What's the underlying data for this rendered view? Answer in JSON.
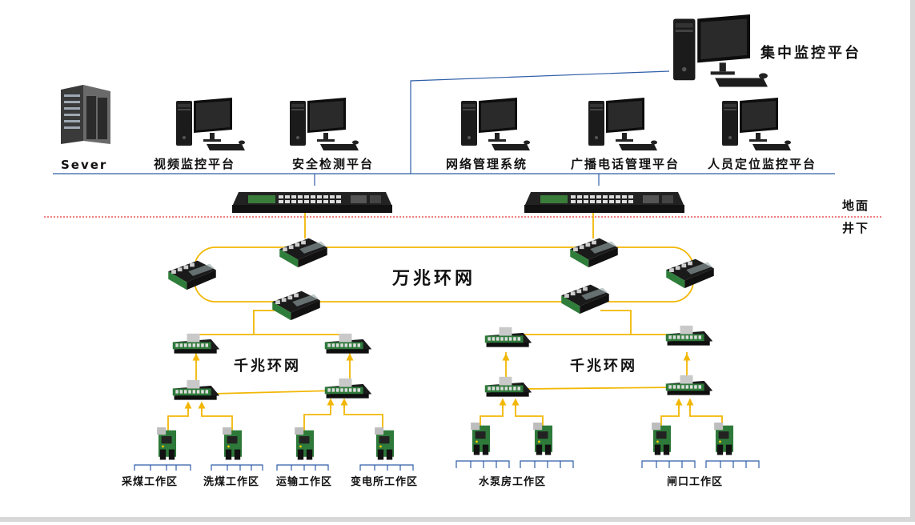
{
  "labels": {
    "server": "Sever",
    "video": "视频监控平台",
    "safety": "安全检测平台",
    "network": "网络管理系统",
    "broadcast": "广播电话管理平台",
    "personnel": "人员定位监控平台",
    "central": "集中监控平台",
    "ground": "地面",
    "underground": "井下",
    "ring10g": "万兆环网",
    "ring1g_left": "千兆环网",
    "ring1g_right": "千兆环网"
  },
  "work_areas": [
    "采煤工作区",
    "洗煤工作区",
    "运输工作区",
    "变电所工作区",
    "水泵房工作区",
    "闸口工作区"
  ],
  "colors": {
    "ring": "#f2b705",
    "bus": "#2f5ea8",
    "divider": "#e33030"
  }
}
